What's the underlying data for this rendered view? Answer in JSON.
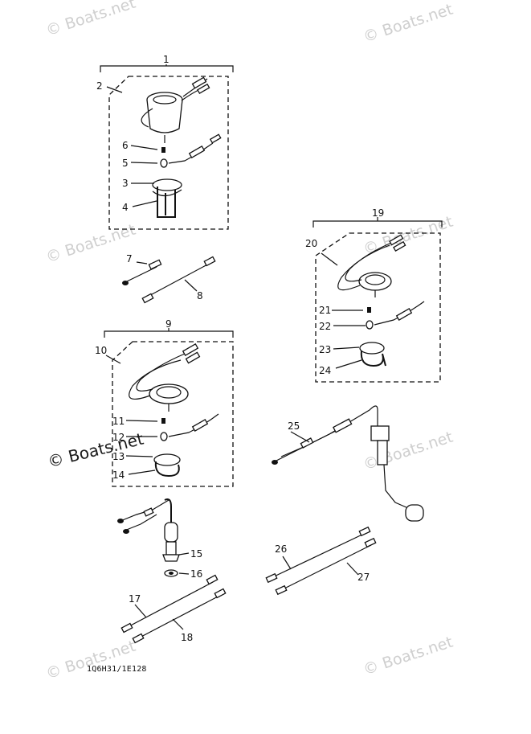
{
  "watermark": "© Boats.net",
  "diagram_code": "1Q6H31/1E128",
  "part_numbers": [
    "1",
    "2",
    "3",
    "4",
    "5",
    "6",
    "7",
    "8",
    "9",
    "10",
    "11",
    "12",
    "13",
    "14",
    "15",
    "16",
    "17",
    "18",
    "19",
    "20",
    "21",
    "22",
    "23",
    "24",
    "25",
    "26",
    "27"
  ]
}
